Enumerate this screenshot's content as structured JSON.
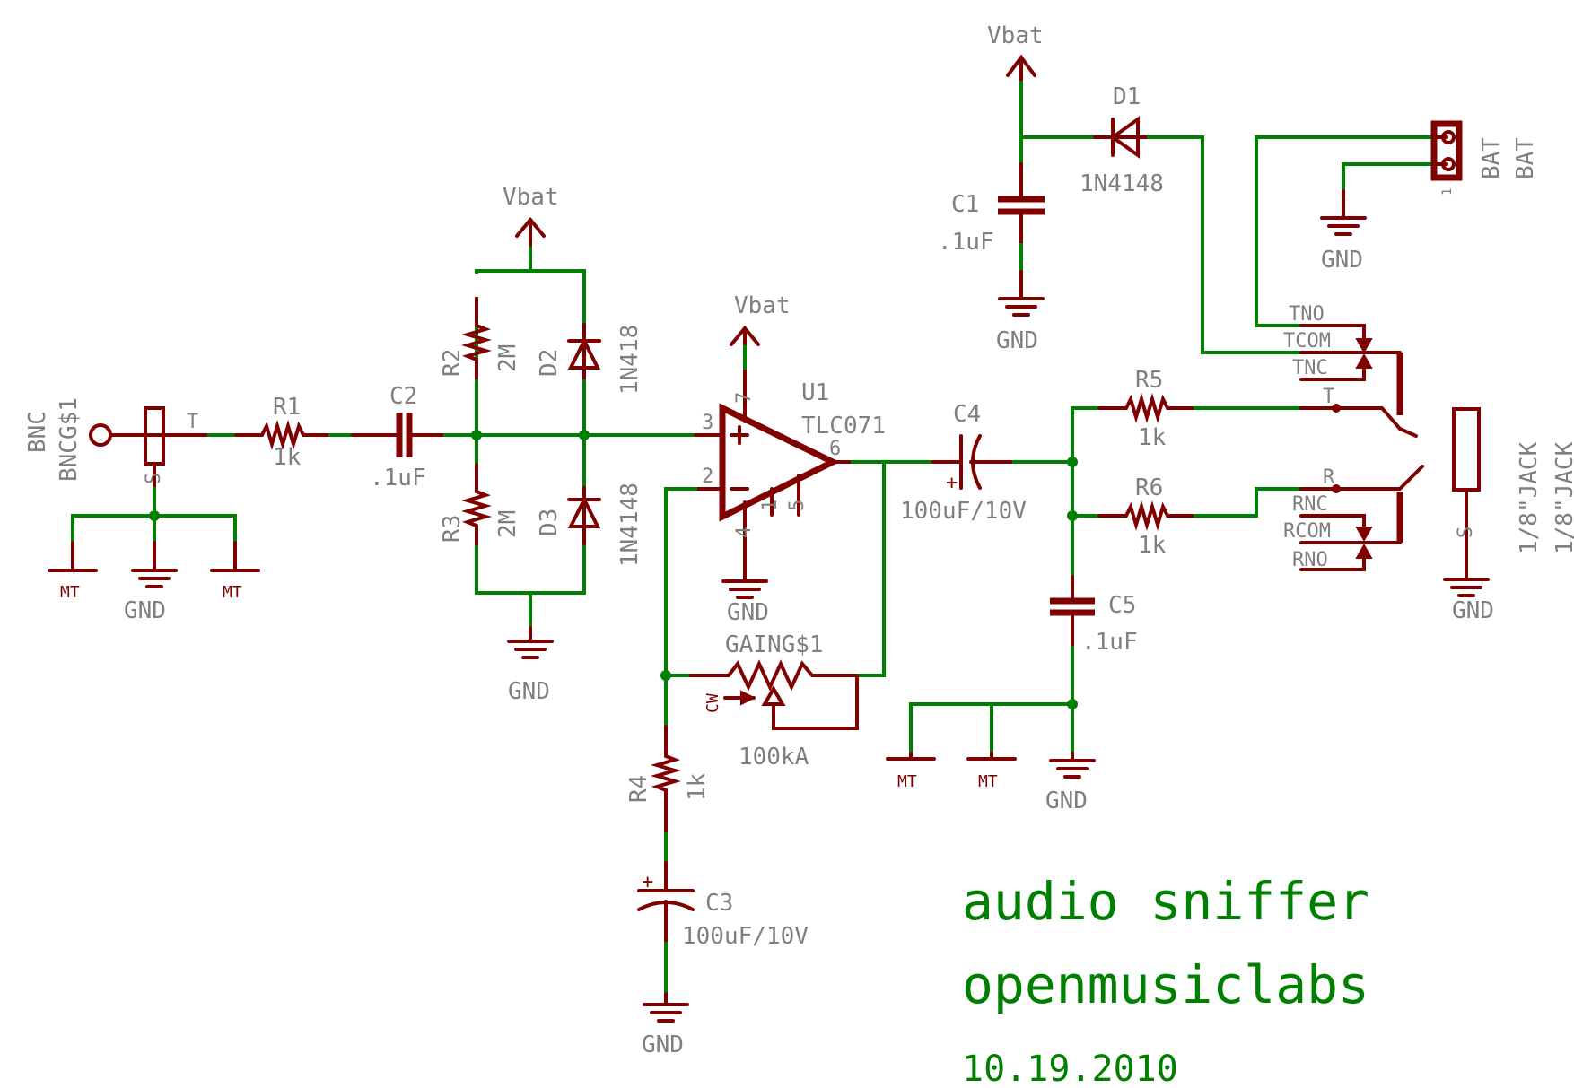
{
  "title": {
    "line1": "audio sniffer",
    "line2": "openmusiclabs",
    "date": "10.19.2010"
  },
  "colors": {
    "wire": "#008000",
    "part": "#800000",
    "label": "#7f7f7f",
    "title": "#008000"
  },
  "nets": {
    "vbat": "Vbat",
    "gnd": "GND",
    "mt": "MT"
  },
  "bnc": {
    "name": "BNC",
    "value": "BNCG$1",
    "pin_t": "T",
    "pin_s": "S"
  },
  "r1": {
    "name": "R1",
    "value": "1k"
  },
  "c2": {
    "name": "C2",
    "value": ".1uF"
  },
  "r2": {
    "name": "R2",
    "value": "2M"
  },
  "r3": {
    "name": "R3",
    "value": "2M"
  },
  "d2": {
    "name": "D2",
    "value": "1N418"
  },
  "d3": {
    "name": "D3",
    "value": "1N4148"
  },
  "u1": {
    "name": "U1",
    "value": "TLC071",
    "pins": {
      "p3": "3",
      "p2": "2",
      "p7": "7",
      "p4": "4",
      "p6": "6",
      "p1": "1",
      "p5": "5"
    },
    "plus": "+",
    "minus": "−"
  },
  "gain": {
    "name": "GAING$1",
    "value": "100kA",
    "cw": "CW"
  },
  "r4": {
    "name": "R4",
    "value": "1k"
  },
  "c3": {
    "name": "C3",
    "value": "100uF/10V",
    "plus": "+"
  },
  "c4": {
    "name": "C4",
    "value": "100uF/10V",
    "plus": "+"
  },
  "c1": {
    "name": "C1",
    "value": ".1uF"
  },
  "d1": {
    "name": "D1",
    "value": "1N4148"
  },
  "c5": {
    "name": "C5",
    "value": ".1uF"
  },
  "r5": {
    "name": "R5",
    "value": "1k"
  },
  "r6": {
    "name": "R6",
    "value": "1k"
  },
  "bat": {
    "name": "BAT",
    "value": "BAT",
    "pin1": "1"
  },
  "jack": {
    "name": "1/8\"JACK",
    "value": "1/8\"JACK",
    "pins": {
      "tno": "TNO",
      "tcom": "TCOM",
      "tnc": "TNC",
      "t": "T",
      "r": "R",
      "rnc": "RNC",
      "rcom": "RCOM",
      "rno": "RNO",
      "s": "S"
    }
  }
}
